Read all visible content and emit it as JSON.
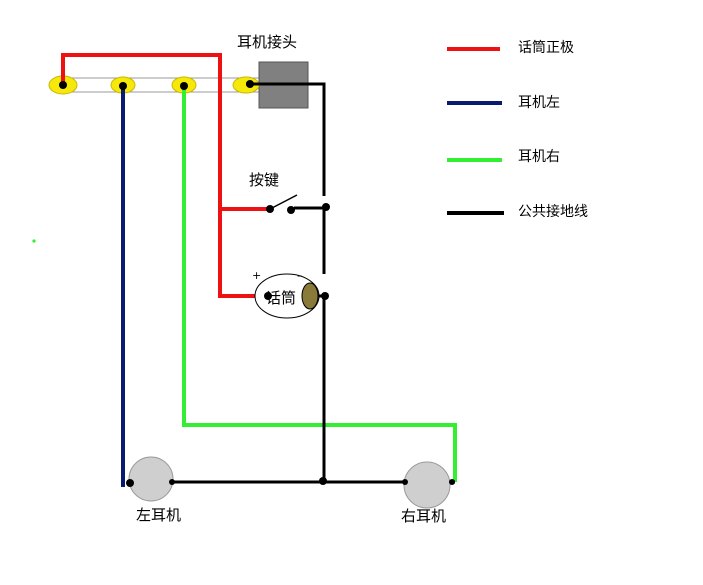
{
  "labels": {
    "connector": "耳机接头",
    "button": "按键",
    "mic": "话筒",
    "mic_plus": "+",
    "mic_minus": "–",
    "left_ear": "左耳机",
    "right_ear": "右耳机"
  },
  "legend": [
    {
      "label": "话筒正极",
      "color": "#ee1111"
    },
    {
      "label": "耳机左",
      "color": "#0a1a6e"
    },
    {
      "label": "耳机右",
      "color": "#33ee33"
    },
    {
      "label": "公共接地线",
      "color": "#000000"
    }
  ],
  "colors": {
    "red": "#ee1111",
    "blue": "#0a1a6e",
    "green": "#33ee33",
    "black": "#000000",
    "contact": "#f5e80a",
    "plug_body": "#808080",
    "speaker": "#cfcfcf",
    "mic_cap": "#8a7a3a"
  }
}
